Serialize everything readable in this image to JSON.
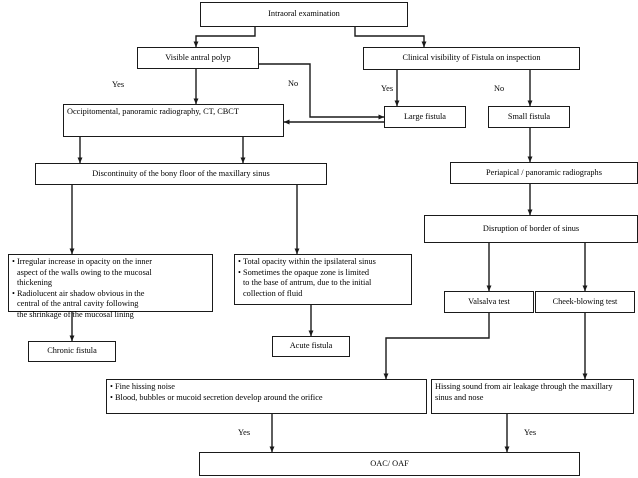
{
  "diagram": {
    "title": "Diagnostic flowchart for oroantral communication / oroantral fistula",
    "type": "flowchart",
    "stroke_color": "#1a1a1a",
    "background_color": "#ffffff",
    "nodes": {
      "intraoral_examination": "Intraoral examination",
      "visible_antral_polyp": "Visible antral polyp",
      "clinical_visibility": "Clinical visibility of Fistula on inspection",
      "large_fistula": "Large fistula",
      "small_fistula": "Small fistula",
      "occipitomental": "Occipitomental, panoramic radiography, CT, CBCT",
      "discontinuity": "Discontinuity of the bony floor of the maxillary sinus",
      "periapical": "Periapical / panoramic radiographs",
      "disruption": "Disruption of border of sinus",
      "chronic_findings": [
        "Irregular increase in opacity on the inner\naspect of the walls owing to the mucosal\nthickening",
        "Radiolucent air shadow obvious in the\ncentral of the antral cavity following\nthe shrinkage of the mucosal lining"
      ],
      "acute_findings": [
        "Total opacity within the ipsilateral sinus",
        "Sometimes the opaque zone is limited\nto the base of antrum, due to the initial\ncollection of fluid"
      ],
      "chronic_fistula": "Chronic fistula",
      "acute_fistula": "Acute fistula",
      "valsalva_test": "Valsalva test",
      "cheek_blowing_test": "Cheek-blowing test",
      "valsalva_findings": [
        "Fine hissing noise",
        " Blood, bubbles or mucoid secretion develop around the orifice"
      ],
      "cheek_findings": "Hissing sound from air leakage through the maxillary sinus and nose",
      "outcome": "OAC/ OAF"
    },
    "edge_labels": {
      "polyp_yes": "Yes",
      "polyp_no": "No",
      "clinical_yes": "Yes",
      "clinical_no": "No",
      "valsalva_yes": "Yes",
      "cheek_yes": "Yes"
    }
  }
}
